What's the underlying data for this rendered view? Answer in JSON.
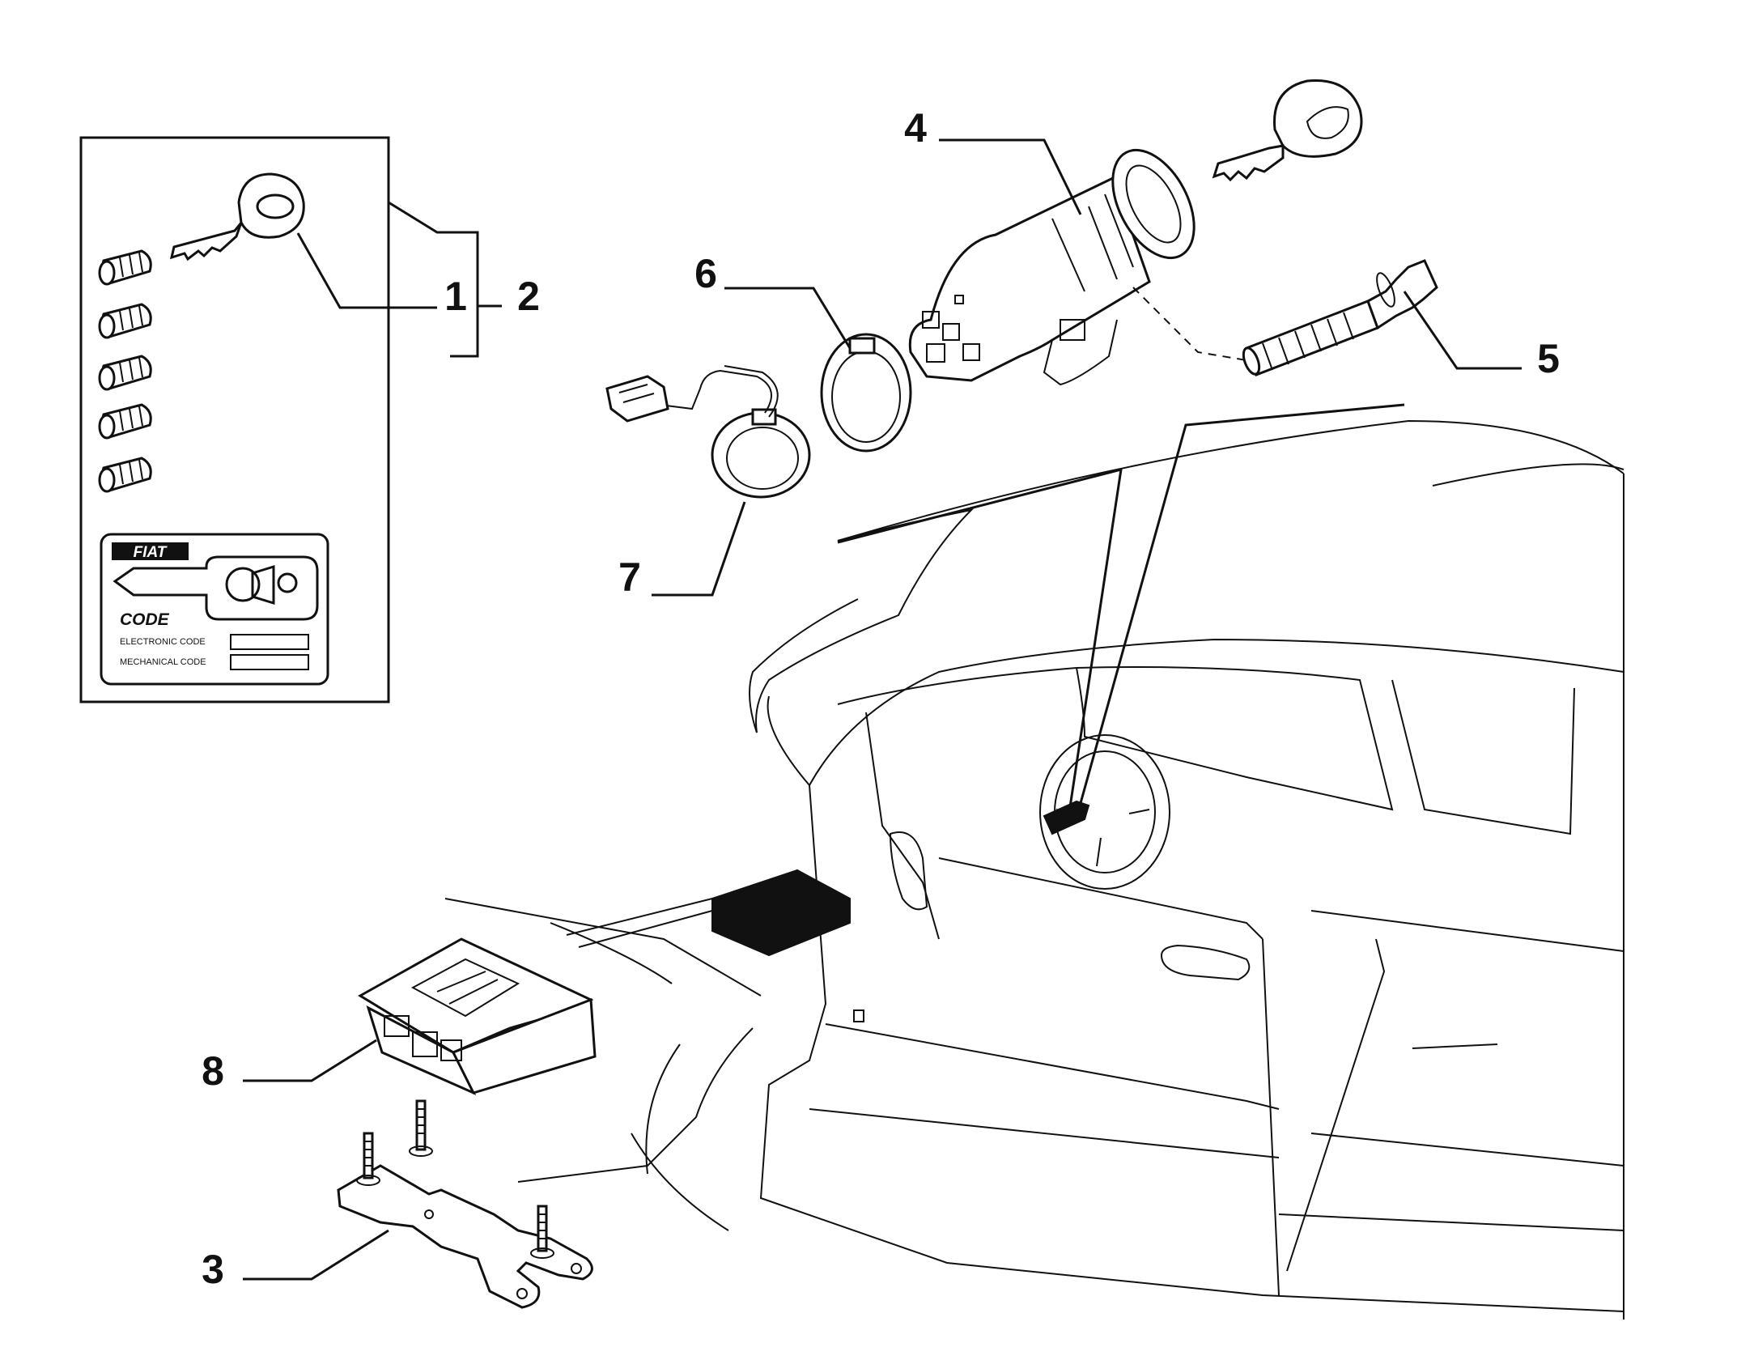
{
  "callouts": [
    {
      "id": "1",
      "label": "1"
    },
    {
      "id": "2",
      "label": "2"
    },
    {
      "id": "3",
      "label": "3"
    },
    {
      "id": "4",
      "label": "4"
    },
    {
      "id": "5",
      "label": "5"
    },
    {
      "id": "6",
      "label": "6"
    },
    {
      "id": "7",
      "label": "7"
    },
    {
      "id": "8",
      "label": "8"
    }
  ],
  "code_card": {
    "brand": "FIAT",
    "code_label": "CODE",
    "electronic_code_label": "ELECTRONIC CODE",
    "mechanical_code_label": "MECHANICAL CODE"
  },
  "colors": {
    "line": "#111111",
    "background": "#ffffff",
    "ecu_fill": "#111111"
  }
}
